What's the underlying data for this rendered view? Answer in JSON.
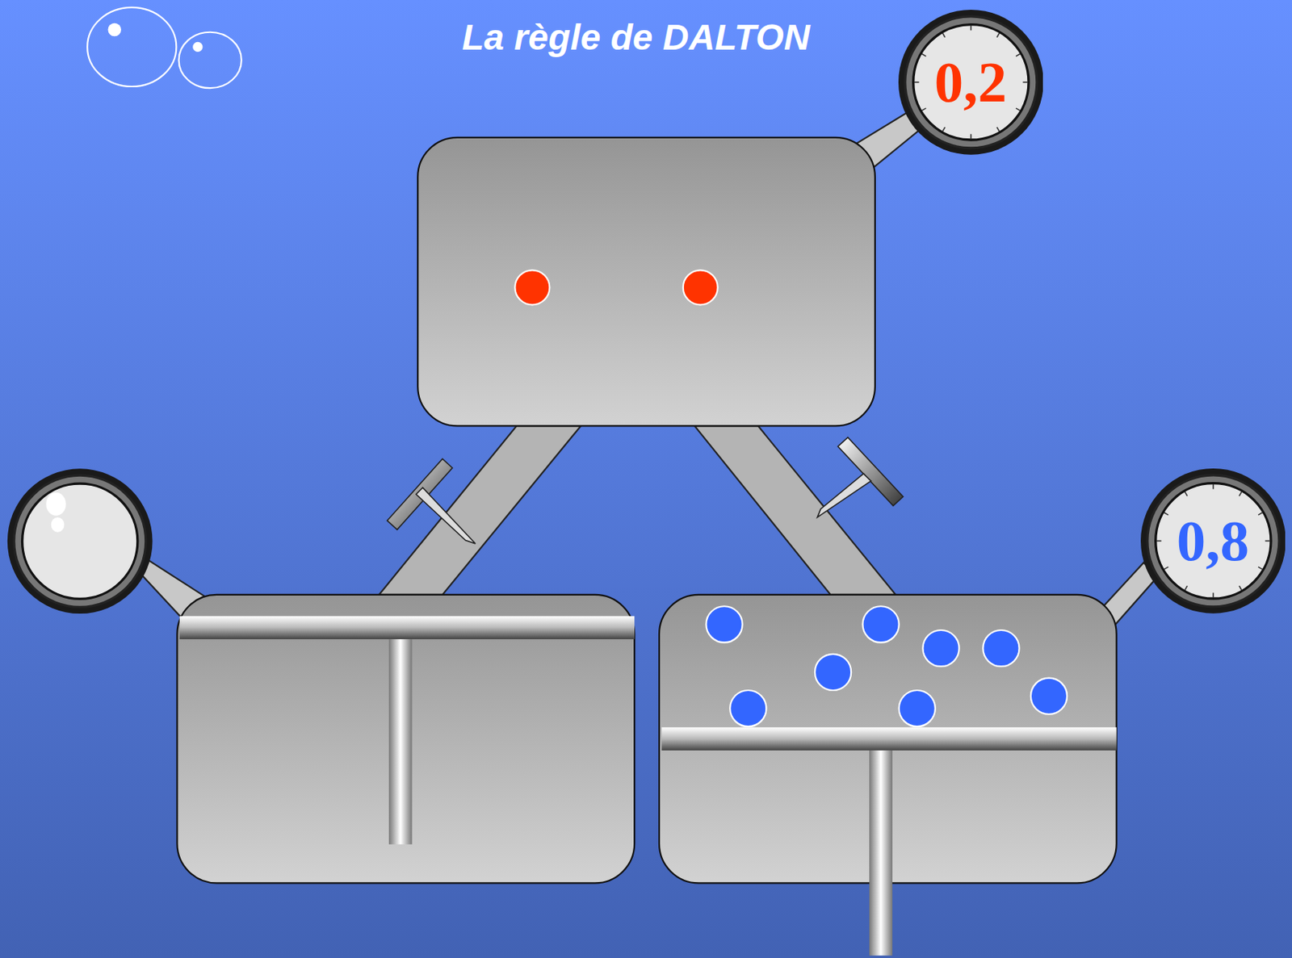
{
  "diagram": {
    "title": "La règle de DALTON",
    "nodes": [
      {
        "text": [
          "0,2"
        ]
      },
      {
        "text": [
          "0,8"
        ]
      }
    ]
  }
}
